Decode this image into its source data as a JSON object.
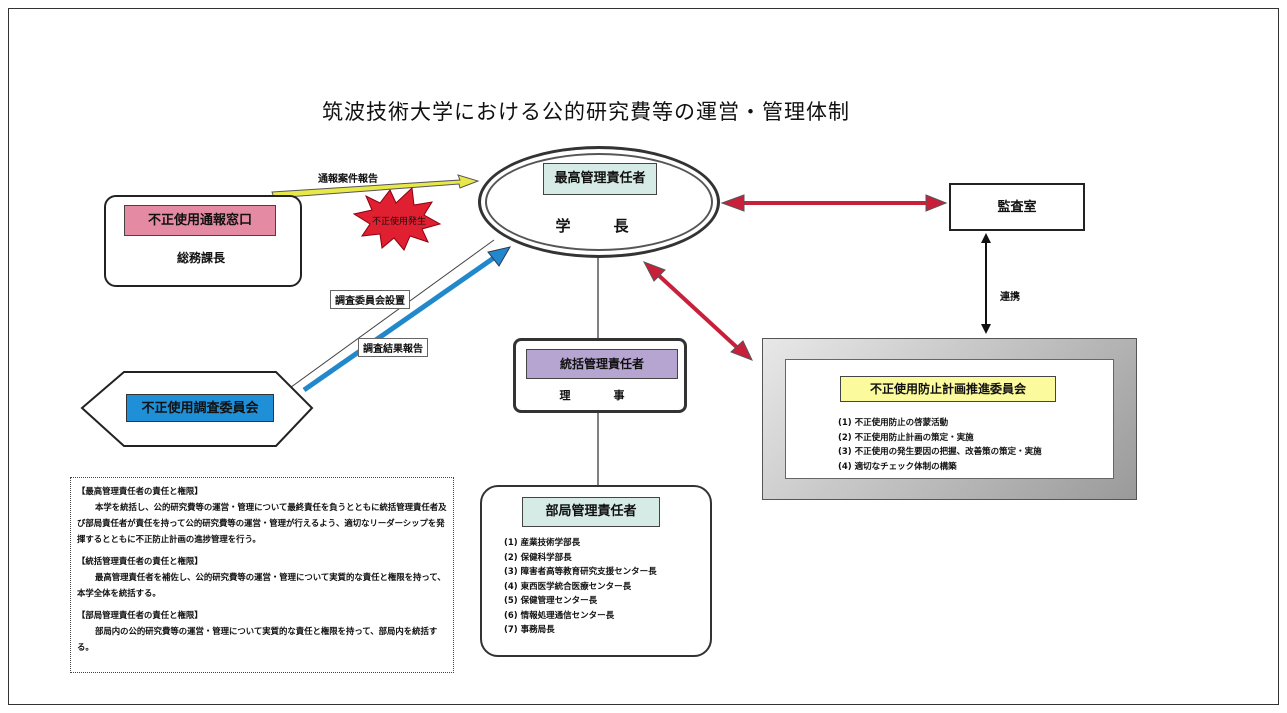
{
  "title": "筑波技術大学における公的研究費等の運営・管理体制",
  "top": {
    "box_label": "最高管理責任者",
    "name": "学　長"
  },
  "report_window": {
    "box_label": "不正使用通報窓口",
    "name": "総務課長"
  },
  "audit": {
    "label": "監査室"
  },
  "plan_committee": {
    "box_label": "不正使用防止計画推進委員会",
    "items": [
      "(1) 不正使用防止の啓蒙活動",
      "(2) 不正使用防止計画の策定・実施",
      "(3) 不正使用の発生要因の把握、改善策の策定・実施",
      "(4) 適切なチェック体制の構築"
    ]
  },
  "general_manager": {
    "box_label": "統括管理責任者",
    "name": "理　事"
  },
  "dept_manager": {
    "box_label": "部局管理責任者",
    "items": [
      "(1) 産業技術学部長",
      "(2) 保健科学部長",
      "(3) 障害者高等教育研究支援センター長",
      "(4) 東西医学統合医療センター長",
      "(5) 保健管理センター長",
      "(6) 情報処理通信センター長",
      "(7) 事務局長"
    ]
  },
  "investigation": {
    "label": "不正使用調査委員会"
  },
  "labels": {
    "case_report": "通報案件報告",
    "misuse_occurs": "不正使用発生",
    "committee_set": "調査委員会設置",
    "result_report": "調査結果報告",
    "cooperation": "連携"
  },
  "responsibilities": [
    {
      "heading": "【最高管理責任者の責任と権限】",
      "text": "本学を統括し、公的研究費等の運営・管理について最終責任を負うとともに統括管理責任者及び部局責任者が責任を持って公的研究費等の運営・管理が行えるよう、適切なリーダーシップを発揮するとともに不正防止計画の進捗管理を行う。"
    },
    {
      "heading": "【統括管理責任者の責任と権限】",
      "text": "最高管理責任者を補佐し、公的研究費等の運営・管理について実質的な責任と権限を持って、本学全体を統括する。"
    },
    {
      "heading": "【部局管理責任者の責任と権限】",
      "text": "部局内の公的研究費等の運営・管理について実質的な責任と権限を持って、部局内を統括する。"
    }
  ],
  "colors": {
    "top_fill": "#d6ebe5",
    "report_fill": "#e48aa2",
    "plan_fill": "#fbfa9c",
    "general_fill": "#b5a5d0",
    "investigation_fill": "#1f8fd8",
    "yellow_arrow": "#e8e84a",
    "red_arrow": "#c8203a",
    "blue_arrow": "#2288cc",
    "burst": "#e02030"
  }
}
